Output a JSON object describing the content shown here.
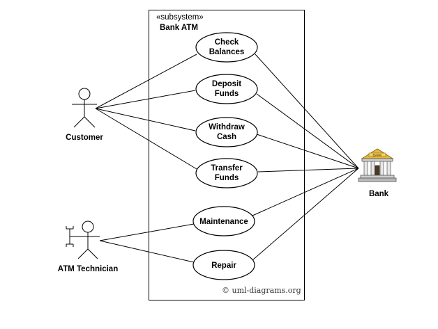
{
  "subsystem": {
    "stereotype": "«subsystem»",
    "name": "Bank ATM"
  },
  "actors": {
    "customer": "Customer",
    "technician": "ATM Technician",
    "bank": "Bank"
  },
  "use_cases": [
    {
      "id": "check-balances",
      "lines": [
        "Check",
        "Balances"
      ]
    },
    {
      "id": "deposit-funds",
      "lines": [
        "Deposit",
        "Funds"
      ]
    },
    {
      "id": "withdraw-cash",
      "lines": [
        "Withdraw",
        "Cash"
      ]
    },
    {
      "id": "transfer-funds",
      "lines": [
        "Transfer",
        "Funds"
      ]
    },
    {
      "id": "maintenance",
      "lines": [
        "Maintenance"
      ]
    },
    {
      "id": "repair",
      "lines": [
        "Repair"
      ]
    }
  ],
  "bank_sign": "BANK",
  "copyright": "© uml-diagrams.org"
}
